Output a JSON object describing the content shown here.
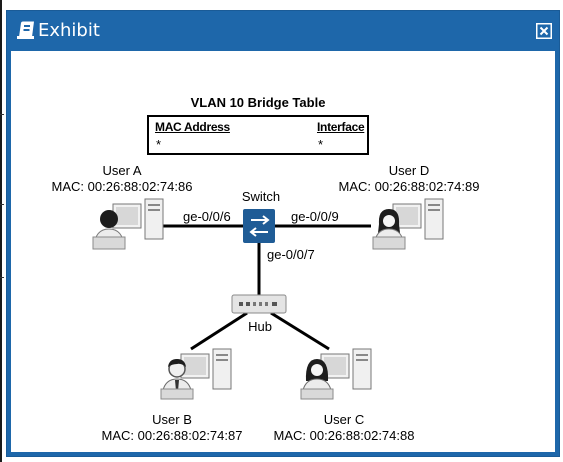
{
  "window": {
    "title": "Exhibit",
    "close_icon": "close-box-icon",
    "title_icon": "exhibit-binder-icon",
    "accent": "#1e67aa"
  },
  "bridge_table": {
    "title": "VLAN 10 Bridge Table",
    "columns": [
      "MAC Address",
      "Interface"
    ],
    "rows": [
      {
        "mac": "*",
        "interface": "*"
      }
    ]
  },
  "devices": {
    "user_a": {
      "name": "User A",
      "mac": "MAC: 00:26:88:02:74:86"
    },
    "user_b": {
      "name": "User B",
      "mac": "MAC: 00:26:88:02:74:87"
    },
    "user_c": {
      "name": "User C",
      "mac": "MAC: 00:26:88:02:74:88"
    },
    "user_d": {
      "name": "User D",
      "mac": "MAC: 00:26:88:02:74:89"
    },
    "switch": {
      "name": "Switch"
    },
    "hub": {
      "name": "Hub"
    }
  },
  "links": {
    "user_a": "ge-0/0/6",
    "user_d": "ge-0/0/9",
    "hub": "ge-0/0/7"
  }
}
